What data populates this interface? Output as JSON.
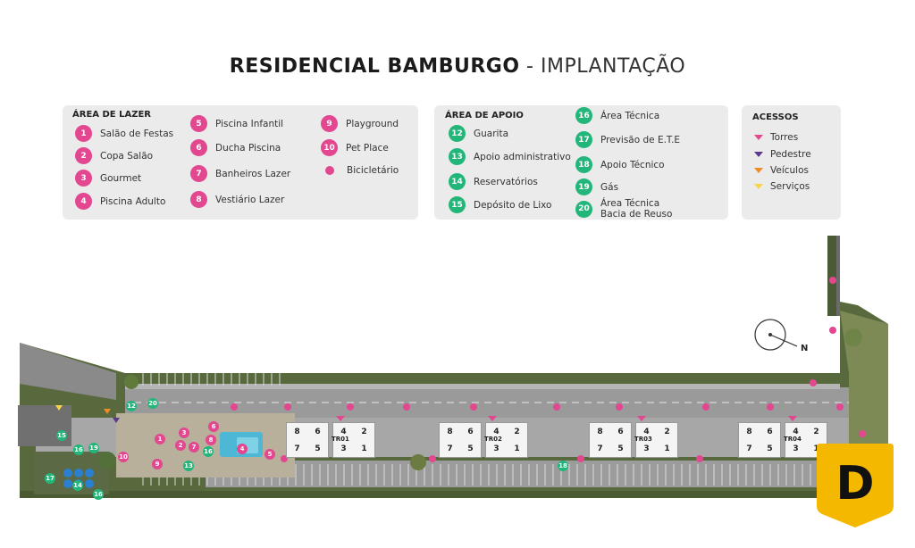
{
  "title": {
    "bold": "RESIDENCIAL BAMBURGO",
    "sep": " - ",
    "light": "IMPLANTAÇÃO"
  },
  "lazer": {
    "heading": "ÁREA DE LAZER",
    "items": [
      {
        "n": "1",
        "label": "Salão de Festas"
      },
      {
        "n": "2",
        "label": "Copa Salão"
      },
      {
        "n": "3",
        "label": "Gourmet"
      },
      {
        "n": "4",
        "label": "Piscina Adulto"
      },
      {
        "n": "5",
        "label": "Piscina Infantil"
      },
      {
        "n": "6",
        "label": "Ducha Piscina"
      },
      {
        "n": "7",
        "label": "Banheiros Lazer"
      },
      {
        "n": "8",
        "label": "Vestiário Lazer"
      },
      {
        "n": "9",
        "label": "Playground"
      },
      {
        "n": "10",
        "label": "Pet Place"
      },
      {
        "n": "",
        "label": "Bicicletário"
      }
    ]
  },
  "apoio": {
    "heading": "ÁREA DE APOIO",
    "items": [
      {
        "n": "12",
        "label": "Guarita"
      },
      {
        "n": "13",
        "label": "Apoio administrativo"
      },
      {
        "n": "14",
        "label": "Reservatórios"
      },
      {
        "n": "15",
        "label": "Depósito de Lixo"
      },
      {
        "n": "16",
        "label": "Área Técnica"
      },
      {
        "n": "17",
        "label": "Previsão de E.T.E"
      },
      {
        "n": "18",
        "label": "Apoio Técnico"
      },
      {
        "n": "19",
        "label": "Gás"
      },
      {
        "n": "20",
        "label": "Área Técnica",
        "label2": "Bacia de Reuso"
      }
    ]
  },
  "acessos": {
    "heading": "ACESSOS",
    "items": [
      {
        "label": "Torres",
        "color": "#e2478f"
      },
      {
        "label": "Pedestre",
        "color": "#5b3a8c"
      },
      {
        "label": "Veículos",
        "color": "#f08a24"
      },
      {
        "label": "Serviços",
        "color": "#f7d548"
      }
    ]
  },
  "compass": {
    "label": "N"
  },
  "towers": [
    {
      "name": "TR01",
      "units": [
        "8",
        "6",
        "4",
        "2",
        "7",
        "5",
        "3",
        "1"
      ]
    },
    {
      "name": "TR02",
      "units": [
        "8",
        "6",
        "4",
        "2",
        "7",
        "5",
        "3",
        "1"
      ]
    },
    {
      "name": "TR03",
      "units": [
        "8",
        "6",
        "4",
        "2",
        "7",
        "5",
        "3",
        "1"
      ]
    },
    {
      "name": "TR04",
      "units": [
        "8",
        "6",
        "4",
        "2",
        "7",
        "5",
        "3",
        "1"
      ]
    }
  ],
  "map_markers": [
    "12",
    "20",
    "15",
    "16",
    "19",
    "10",
    "9",
    "13",
    "16",
    "17",
    "14",
    "16",
    "18",
    "1",
    "3",
    "2",
    "7",
    "8",
    "6",
    "4",
    "5",
    "5",
    "6",
    "16"
  ],
  "colors": {
    "pink": "#e2478f",
    "green": "#22b67a",
    "logo": "#f5b800"
  },
  "logo": {
    "letter": "D"
  }
}
